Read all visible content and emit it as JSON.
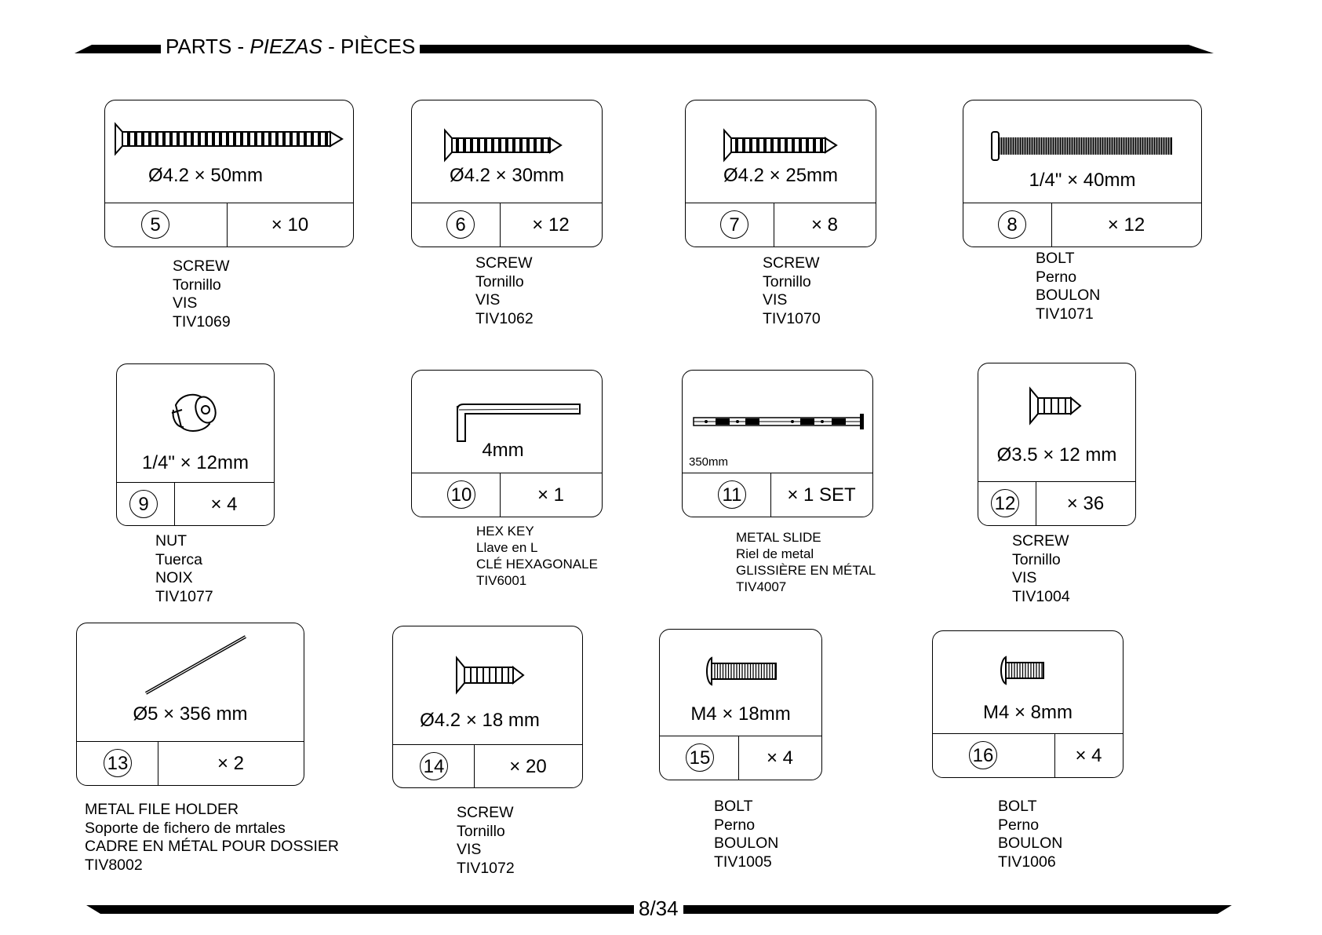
{
  "header": {
    "en": "PARTS",
    "sep": " - ",
    "es": "PIEZAS",
    "fr": "PIÈCES"
  },
  "footer": {
    "page": "8/34"
  },
  "parts": [
    {
      "id": "5",
      "dimension": "Ø4.2 × 50mm",
      "number": "5",
      "quantity": "× 10",
      "names": [
        "SCREW",
        "Tornillo",
        "VIS",
        "TIV1069"
      ],
      "icon": "wood-screw-icon"
    },
    {
      "id": "6",
      "dimension": "Ø4.2 × 30mm",
      "number": "6",
      "quantity": "× 12",
      "names": [
        "SCREW",
        "Tornillo",
        "VIS",
        "TIV1062"
      ],
      "icon": "wood-screw-icon"
    },
    {
      "id": "7",
      "dimension": "Ø4.2 × 25mm",
      "number": "7",
      "quantity": "× 8",
      "names": [
        "SCREW",
        "Tornillo",
        "VIS",
        "TIV1070"
      ],
      "icon": "wood-screw-icon"
    },
    {
      "id": "8",
      "dimension": "1/4\" × 40mm",
      "number": "8",
      "quantity": "× 12",
      "names": [
        "BOLT",
        "Perno",
        "BOULON",
        "TIV1071"
      ],
      "icon": "bolt-icon"
    },
    {
      "id": "9",
      "dimension": "1/4\" × 12mm",
      "number": "9",
      "quantity": "× 4",
      "names": [
        "NUT",
        "Tuerca",
        "NOIX",
        "TIV1077"
      ],
      "icon": "barrel-nut-icon"
    },
    {
      "id": "10",
      "dimension": "4mm",
      "number": "10",
      "quantity": "× 1",
      "names": [
        "HEX KEY",
        "Llave en L",
        "CLÉ HEXAGONALE",
        "TIV6001"
      ],
      "icon": "hex-key-icon"
    },
    {
      "id": "11",
      "dimension": "350mm",
      "number": "11",
      "quantity": "× 1 SET",
      "names": [
        "METAL SLIDE",
        "Riel de metal",
        "GLISSIÈRE EN MÉTAL",
        "TIV4007"
      ],
      "icon": "metal-slide-icon"
    },
    {
      "id": "12",
      "dimension": "Ø3.5 × 12 mm",
      "number": "12",
      "quantity": "× 36",
      "names": [
        "SCREW",
        "Tornillo",
        "VIS",
        "TIV1004"
      ],
      "icon": "wood-screw-icon"
    },
    {
      "id": "13",
      "dimension": "Ø5 × 356 mm",
      "number": "13",
      "quantity": "× 2",
      "names": [
        "METAL FILE HOLDER",
        "Soporte de fichero de mrtales",
        "CADRE EN MÉTAL POUR DOSSIER",
        "TIV8002"
      ],
      "icon": "metal-rod-icon"
    },
    {
      "id": "14",
      "dimension": "Ø4.2 × 18 mm",
      "number": "14",
      "quantity": "× 20",
      "names": [
        "SCREW",
        "Tornillo",
        "VIS",
        "TIV1072"
      ],
      "icon": "wood-screw-icon"
    },
    {
      "id": "15",
      "dimension": "M4 × 18mm",
      "number": "15",
      "quantity": "× 4",
      "names": [
        "BOLT",
        "Perno",
        "BOULON",
        "TIV1005"
      ],
      "icon": "round-head-bolt-icon"
    },
    {
      "id": "16",
      "dimension": "M4 × 8mm",
      "number": "16",
      "quantity": "× 4",
      "names": [
        "BOLT",
        "Perno",
        "BOULON",
        "TIV1006"
      ],
      "icon": "round-head-bolt-icon"
    }
  ]
}
